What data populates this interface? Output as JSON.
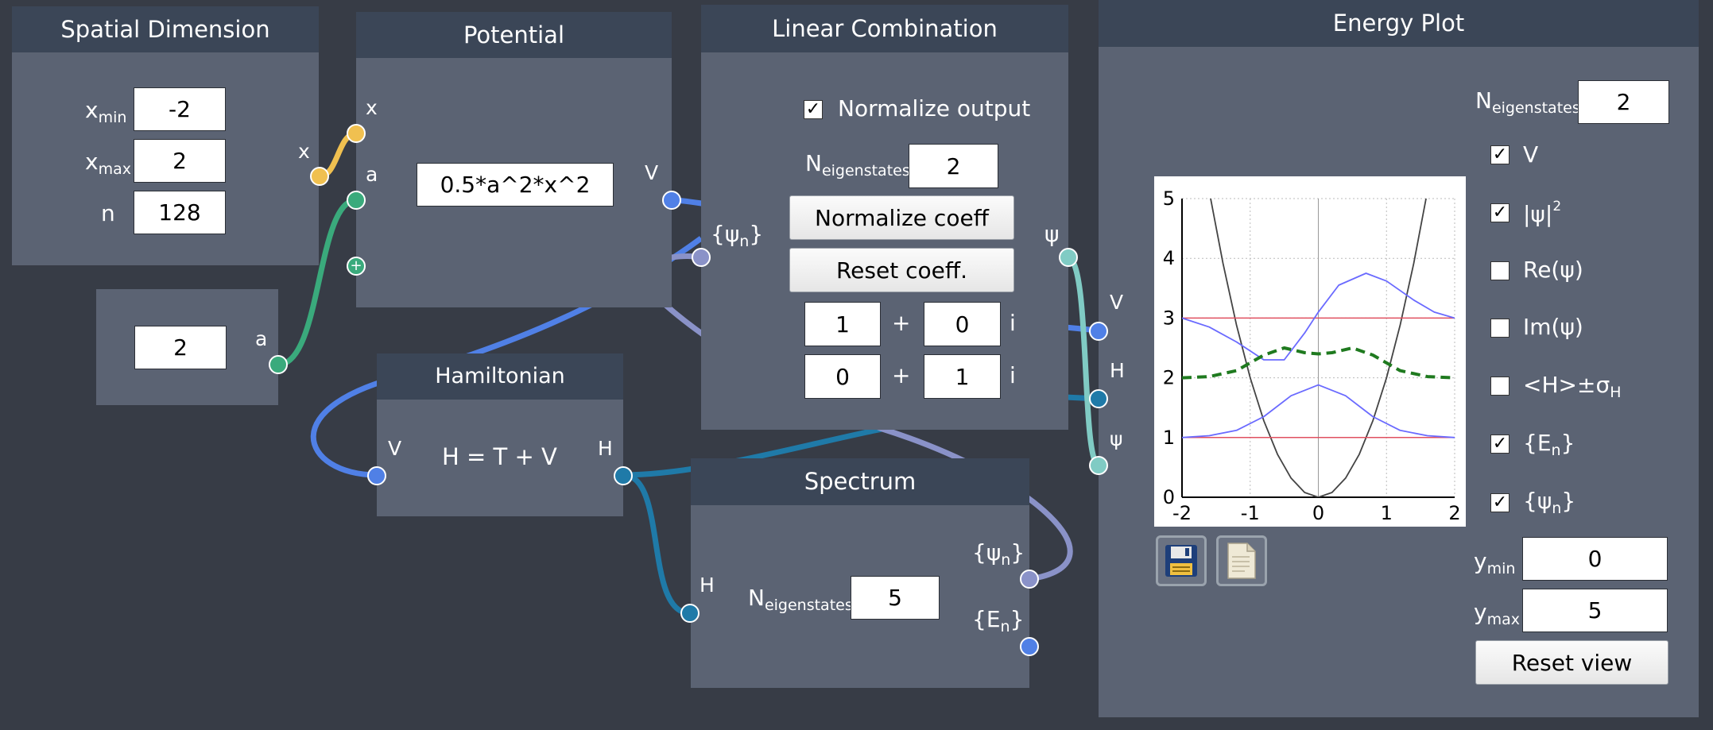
{
  "colors": {
    "background": "#373c46",
    "node_body": "#5b6373",
    "node_title": "#3b4657",
    "wire_x": "#f0c050",
    "wire_a": "#3aaa7c",
    "wire_v": "#5080e6",
    "wire_h": "#1f7aa8",
    "wire_psi": "#80cbc4",
    "wire_psin": "#8a92c8"
  },
  "spatial": {
    "title": "Spatial Dimension",
    "xmin_label": "x",
    "xmin_sub": "min",
    "xmin_value": "-2",
    "xmax_label": "x",
    "xmax_sub": "max",
    "xmax_value": "2",
    "n_label": "n",
    "n_value": "128",
    "out_x": "x"
  },
  "constant": {
    "value": "2",
    "out_a": "a"
  },
  "potential": {
    "title": "Potential",
    "in_x": "x",
    "in_a": "a",
    "add_port": "+",
    "expression": "0.5*a^2*x^2",
    "out_v": "V"
  },
  "hamiltonian": {
    "title": "Hamiltonian",
    "in_v": "V",
    "formula": "H = T + V",
    "out_h": "H"
  },
  "linear": {
    "title": "Linear Combination",
    "normalize_output_label": "Normalize output",
    "normalize_output_checked": true,
    "n_label": "N",
    "n_sub": "eigenstates",
    "n_value": "2",
    "normalize_coeff_button": "Normalize coeff",
    "reset_coeff_button": "Reset coeff.",
    "coeffs": [
      {
        "re": "1",
        "plus": "+",
        "im": "0",
        "i": "i"
      },
      {
        "re": "0",
        "plus": "+",
        "im": "1",
        "i": "i"
      }
    ],
    "in_psin": "{ψ",
    "in_psin_sub": "n",
    "in_psin_end": "}",
    "out_psi": "ψ"
  },
  "spectrum": {
    "title": "Spectrum",
    "in_h": "H",
    "n_label": "N",
    "n_sub": "eigenstates",
    "n_value": "5",
    "out_psin": "{ψ",
    "out_psin_sub": "n",
    "out_psin_end": "}",
    "out_en": "{E",
    "out_en_sub": "n",
    "out_en_end": "}"
  },
  "energy": {
    "title": "Energy Plot",
    "in_v": "V",
    "in_h": "H",
    "in_psi": "ψ",
    "n_label": "N",
    "n_sub": "eigenstates",
    "n_value": "2",
    "checks": [
      {
        "label": "V",
        "checked": true
      },
      {
        "label": "|ψ|",
        "sup": "2",
        "checked": true
      },
      {
        "label": "Re(ψ)",
        "checked": false
      },
      {
        "label": "Im(ψ)",
        "checked": false
      },
      {
        "label": "<H>±σ",
        "sub": "H",
        "checked": false
      },
      {
        "label": "{E",
        "sub": "n",
        "end": "}",
        "checked": true
      },
      {
        "label": "{ψ",
        "sub": "n",
        "end": "}",
        "checked": true
      }
    ],
    "ymin_label": "y",
    "ymin_sub": "min",
    "ymin_value": "0",
    "ymax_label": "y",
    "ymax_sub": "max",
    "ymax_value": "5",
    "reset_view_button": "Reset view",
    "icons": [
      "save-icon",
      "document-icon"
    ]
  },
  "chart_data": {
    "type": "line",
    "xlim": [
      -2,
      2
    ],
    "ylim": [
      0,
      5
    ],
    "xticks": [
      "-2",
      "-1",
      "0",
      "1",
      "2"
    ],
    "yticks": [
      "0",
      "1",
      "2",
      "3",
      "4",
      "5"
    ],
    "grid": true,
    "series": [
      {
        "style": "potential",
        "color": "#444444",
        "x": [
          -2,
          -1.8,
          -1.6,
          -1.4,
          -1.2,
          -1,
          -0.8,
          -0.6,
          -0.4,
          -0.2,
          0,
          0.2,
          0.4,
          0.6,
          0.8,
          1,
          1.2,
          1.4,
          1.6,
          1.8,
          2
        ],
        "y": [
          8,
          6.48,
          5.12,
          3.92,
          2.88,
          2,
          1.28,
          0.72,
          0.32,
          0.08,
          0,
          0.08,
          0.32,
          0.72,
          1.28,
          2,
          2.88,
          3.92,
          5.12,
          6.48,
          8
        ]
      },
      {
        "style": "energy-level",
        "color": "#e05060",
        "x": [
          -2,
          2
        ],
        "y": [
          1,
          1
        ]
      },
      {
        "style": "energy-level",
        "color": "#e05060",
        "x": [
          -2,
          2
        ],
        "y": [
          3,
          3
        ]
      },
      {
        "style": "eigenstate",
        "color": "#6a6aff",
        "x": [
          -2,
          -1.6,
          -1.2,
          -0.8,
          -0.4,
          0,
          0.4,
          0.8,
          1.2,
          1.6,
          2
        ],
        "y": [
          1,
          1.03,
          1.12,
          1.35,
          1.7,
          1.88,
          1.7,
          1.35,
          1.12,
          1.03,
          1
        ]
      },
      {
        "style": "eigenstate",
        "color": "#6a6aff",
        "x": [
          -2,
          -1.6,
          -1.2,
          -0.8,
          -0.5,
          -0.2,
          0,
          0.3,
          0.7,
          1,
          1.4,
          1.7,
          2
        ],
        "y": [
          3,
          2.85,
          2.6,
          2.3,
          2.3,
          2.75,
          3.1,
          3.55,
          3.75,
          3.62,
          3.3,
          3.1,
          3
        ]
      },
      {
        "style": "combination",
        "color": "#1f7a1f",
        "x": [
          -2,
          -1.6,
          -1.2,
          -0.8,
          -0.5,
          -0.2,
          0,
          0.2,
          0.5,
          0.8,
          1.2,
          1.6,
          2
        ],
        "y": [
          2,
          2.02,
          2.12,
          2.38,
          2.5,
          2.42,
          2.4,
          2.42,
          2.5,
          2.38,
          2.12,
          2.02,
          2
        ]
      }
    ]
  }
}
